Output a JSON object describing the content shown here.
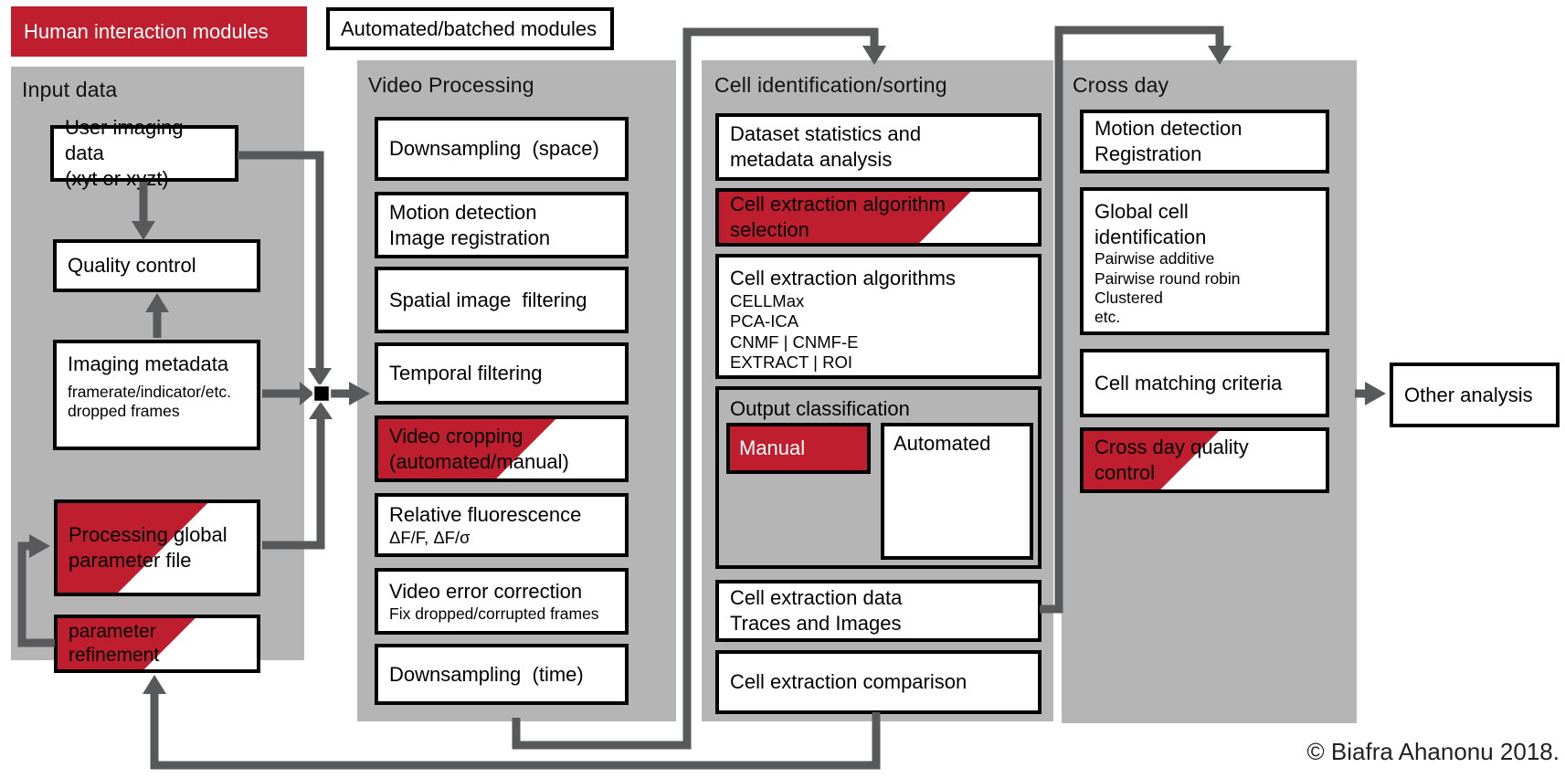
{
  "legend": {
    "human_modules": "Human interaction modules",
    "automated_modules": "Automated/batched modules"
  },
  "columns": {
    "input": {
      "title": "Input data",
      "user_imaging": {
        "l1": "User imaging data",
        "l2": "(xyt or xyzt)"
      },
      "quality": "Quality control",
      "metadata": {
        "l1": "Imaging metadata",
        "l2": "framerate/indicator/etc.",
        "l3": "dropped frames"
      },
      "param_file": {
        "l1": "Processing global",
        "l2": "parameter file"
      },
      "param_refine": {
        "l1": "parameter",
        "l2": "refinement"
      }
    },
    "video": {
      "title": "Video Processing",
      "b1": "Downsampling  (space)",
      "b2": {
        "l1": "Motion detection",
        "l2": "Image registration"
      },
      "b3": "Spatial image  filtering",
      "b4": "Temporal filtering",
      "b5": {
        "l1": "Video cropping",
        "l2": "(automated/manual)"
      },
      "b6": {
        "l1": "Relative fluorescence",
        "l2": "ΔF/F, ΔF/σ"
      },
      "b7": {
        "l1": "Video error correction",
        "l2": "Fix dropped/corrupted frames"
      },
      "b8": "Downsampling  (time)"
    },
    "cell": {
      "title": "Cell identification/sorting",
      "b1": {
        "l1": "Dataset statistics and",
        "l2": "metadata analysis"
      },
      "b2": {
        "l1": "Cell extraction algorithm",
        "l2": "selection"
      },
      "b3": {
        "header": "Cell extraction algorithms",
        "items": [
          "CELLMax",
          "PCA-ICA",
          "CNMF | CNMF-E",
          "EXTRACT | ROI"
        ]
      },
      "output_class": {
        "title": "Output classification",
        "manual": "Manual",
        "automated": "Automated"
      },
      "b4": {
        "l1": "Cell extraction data",
        "l2": "Traces and Images"
      },
      "b5": "Cell extraction comparison"
    },
    "crossday": {
      "title": "Cross day",
      "b1": {
        "l1": "Motion detection",
        "l2": "Registration"
      },
      "b2": {
        "l1": "Global cell",
        "l2": "identification",
        "items": [
          "Pairwise additive",
          "Pairwise round robin",
          "Clustered",
          "etc."
        ]
      },
      "b3": "Cell matching criteria",
      "b4": {
        "l1": "Cross day quality",
        "l2": "control"
      }
    }
  },
  "other_analysis": "Other analysis",
  "copyright": "© Biafra Ahanonu 2018.",
  "colors": {
    "red": "#be1e2d",
    "column_gray": "#b5b5b5",
    "line_gray": "#58595b"
  }
}
